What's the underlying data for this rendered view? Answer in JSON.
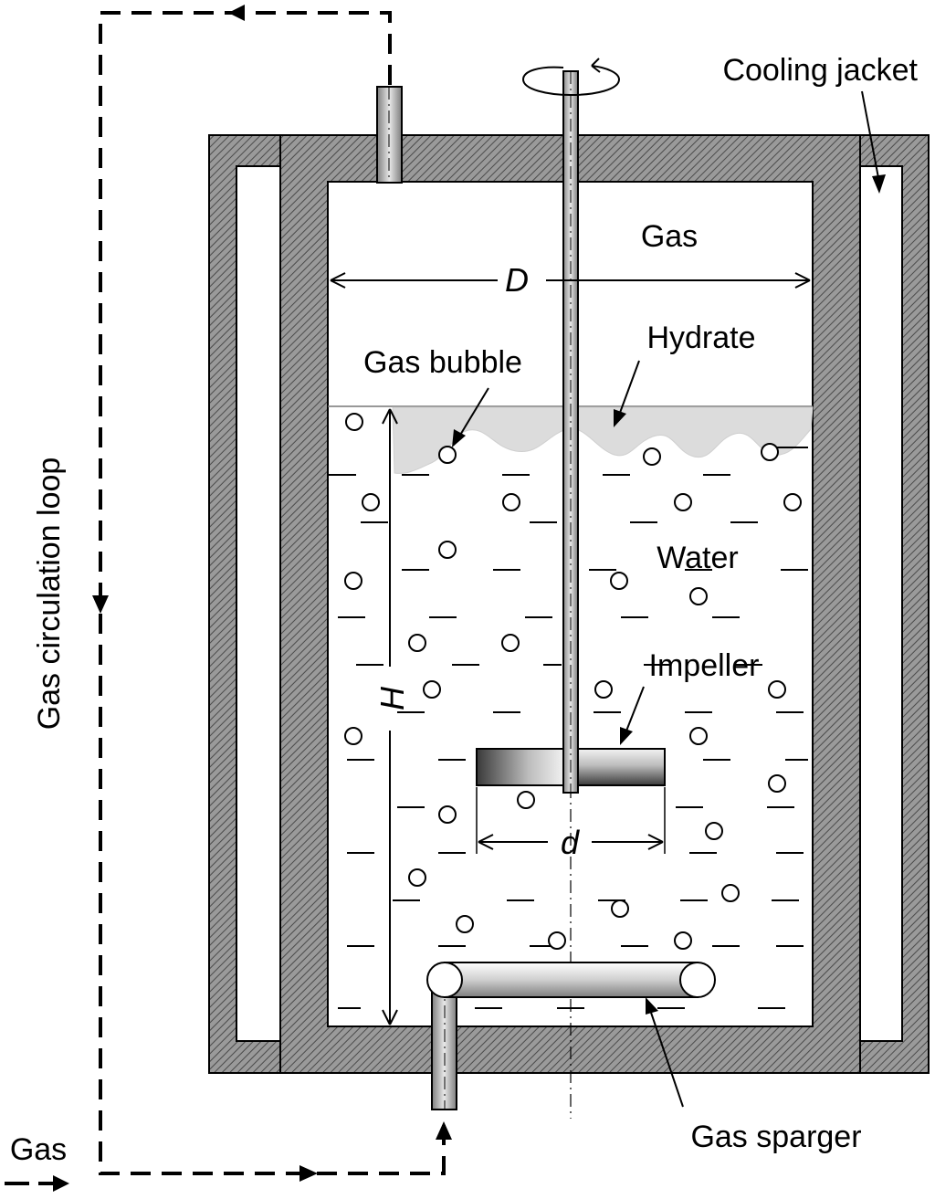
{
  "labels": {
    "cooling_jacket": "Cooling jacket",
    "gas_top": "Gas",
    "diameter": "D",
    "hydrate": "Hydrate",
    "gas_bubble": "Gas bubble",
    "water": "Water",
    "height": "H",
    "impeller": "Impeller",
    "impeller_diameter": "d",
    "gas_sparger": "Gas sparger",
    "gas_inlet": "Gas",
    "gas_circulation_loop": "Gas circulation loop"
  },
  "colors": {
    "line": "#000000",
    "wall_fill": "#8c8c8c",
    "hatch": "#5a5a5a",
    "hydrate": "#d9d9d9",
    "background": "#ffffff"
  }
}
